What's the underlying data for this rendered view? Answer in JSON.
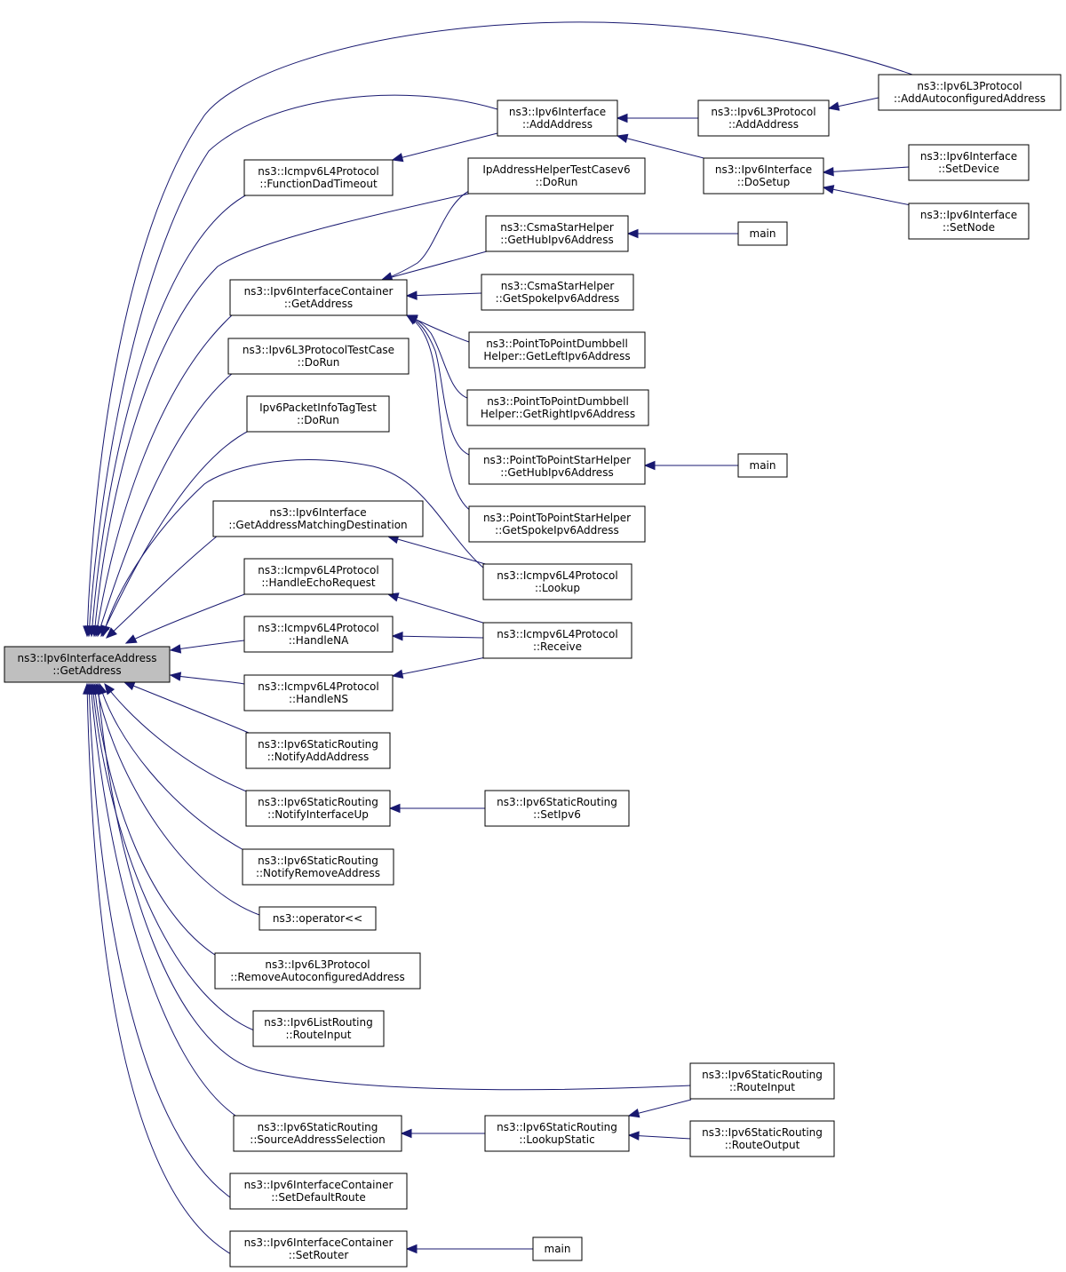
{
  "diagram": {
    "type": "doxygen caller graph",
    "edge_color": "#191970",
    "root_fill": "#bfbfbf",
    "nodes": [
      {
        "id": "root",
        "lines": [
          "ns3::Ipv6InterfaceAddress",
          "::GetAddress"
        ],
        "root": true
      },
      {
        "id": "ifaceAddAddress",
        "lines": [
          "ns3::Ipv6Interface",
          "::AddAddress"
        ]
      },
      {
        "id": "icmpDadTimeout",
        "lines": [
          "ns3::Icmpv6L4Protocol",
          "::FunctionDadTimeout"
        ]
      },
      {
        "id": "ipAddrHelperTest",
        "lines": [
          "IpAddressHelperTestCasev6",
          "::DoRun"
        ]
      },
      {
        "id": "containerGetAddress",
        "lines": [
          "ns3::Ipv6InterfaceContainer",
          "::GetAddress"
        ]
      },
      {
        "id": "l3ProtoTestCase",
        "lines": [
          "ns3::Ipv6L3ProtocolTestCase",
          "::DoRun"
        ]
      },
      {
        "id": "pktInfoTagTest",
        "lines": [
          "Ipv6PacketInfoTagTest",
          "::DoRun"
        ]
      },
      {
        "id": "ifaceMatchDest",
        "lines": [
          "ns3::Ipv6Interface",
          "::GetAddressMatchingDestination"
        ]
      },
      {
        "id": "icmpEcho",
        "lines": [
          "ns3::Icmpv6L4Protocol",
          "::HandleEchoRequest"
        ]
      },
      {
        "id": "icmpNA",
        "lines": [
          "ns3::Icmpv6L4Protocol",
          "::HandleNA"
        ]
      },
      {
        "id": "icmpNS",
        "lines": [
          "ns3::Icmpv6L4Protocol",
          "::HandleNS"
        ]
      },
      {
        "id": "srNotifyAdd",
        "lines": [
          "ns3::Ipv6StaticRouting",
          "::NotifyAddAddress"
        ]
      },
      {
        "id": "srNotifyUp",
        "lines": [
          "ns3::Ipv6StaticRouting",
          "::NotifyInterfaceUp"
        ]
      },
      {
        "id": "srNotifyRemove",
        "lines": [
          "ns3::Ipv6StaticRouting",
          "::NotifyRemoveAddress"
        ]
      },
      {
        "id": "operatorShift",
        "lines": [
          "ns3::operator<<"
        ]
      },
      {
        "id": "l3RemoveAuto",
        "lines": [
          "ns3::Ipv6L3Protocol",
          "::RemoveAutoconfiguredAddress"
        ]
      },
      {
        "id": "listRouteInput",
        "lines": [
          "ns3::Ipv6ListRouting",
          "::RouteInput"
        ]
      },
      {
        "id": "srSourceSel",
        "lines": [
          "ns3::Ipv6StaticRouting",
          "::SourceAddressSelection"
        ]
      },
      {
        "id": "containerSetDefault",
        "lines": [
          "ns3::Ipv6InterfaceContainer",
          "::SetDefaultRoute"
        ]
      },
      {
        "id": "containerSetRouter",
        "lines": [
          "ns3::Ipv6InterfaceContainer",
          "::SetRouter"
        ]
      },
      {
        "id": "l3AddAddress",
        "lines": [
          "ns3::Ipv6L3Protocol",
          "::AddAddress"
        ]
      },
      {
        "id": "ifaceDoSetup",
        "lines": [
          "ns3::Ipv6Interface",
          "::DoSetup"
        ]
      },
      {
        "id": "csmaHub",
        "lines": [
          "ns3::CsmaStarHelper",
          "::GetHubIpv6Address"
        ]
      },
      {
        "id": "csmaSpoke",
        "lines": [
          "ns3::CsmaStarHelper",
          "::GetSpokeIpv6Address"
        ]
      },
      {
        "id": "ptpDumbLeft",
        "lines": [
          "ns3::PointToPointDumbbell",
          "Helper::GetLeftIpv6Address"
        ]
      },
      {
        "id": "ptpDumbRight",
        "lines": [
          "ns3::PointToPointDumbbell",
          "Helper::GetRightIpv6Address"
        ]
      },
      {
        "id": "ptpStarHub",
        "lines": [
          "ns3::PointToPointStarHelper",
          "::GetHubIpv6Address"
        ]
      },
      {
        "id": "ptpStarSpoke",
        "lines": [
          "ns3::PointToPointStarHelper",
          "::GetSpokeIpv6Address"
        ]
      },
      {
        "id": "icmpLookup",
        "lines": [
          "ns3::Icmpv6L4Protocol",
          "::Lookup"
        ]
      },
      {
        "id": "icmpReceive",
        "lines": [
          "ns3::Icmpv6L4Protocol",
          "::Receive"
        ]
      },
      {
        "id": "srSetIpv6",
        "lines": [
          "ns3::Ipv6StaticRouting",
          "::SetIpv6"
        ]
      },
      {
        "id": "srLookupStatic",
        "lines": [
          "ns3::Ipv6StaticRouting",
          "::LookupStatic"
        ]
      },
      {
        "id": "mainPtp",
        "lines": [
          "main"
        ]
      },
      {
        "id": "l3AddAuto",
        "lines": [
          "ns3::Ipv6L3Protocol",
          "::AddAutoconfiguredAddress"
        ]
      },
      {
        "id": "ifaceSetDevice",
        "lines": [
          "ns3::Ipv6Interface",
          "::SetDevice"
        ]
      },
      {
        "id": "ifaceSetNode",
        "lines": [
          "ns3::Ipv6Interface",
          "::SetNode"
        ]
      },
      {
        "id": "mainCsma",
        "lines": [
          "main"
        ]
      },
      {
        "id": "mainStar",
        "lines": [
          "main"
        ]
      },
      {
        "id": "srRouteInput",
        "lines": [
          "ns3::Ipv6StaticRouting",
          "::RouteInput"
        ]
      },
      {
        "id": "srRouteOutput",
        "lines": [
          "ns3::Ipv6StaticRouting",
          "::RouteOutput"
        ]
      }
    ],
    "edges": [
      {
        "from": "ifaceAddAddress",
        "to": "root"
      },
      {
        "from": "icmpDadTimeout",
        "to": "root"
      },
      {
        "from": "ipAddrHelperTest",
        "to": "root"
      },
      {
        "from": "containerGetAddress",
        "to": "root"
      },
      {
        "from": "l3ProtoTestCase",
        "to": "root"
      },
      {
        "from": "pktInfoTagTest",
        "to": "root"
      },
      {
        "from": "ifaceMatchDest",
        "to": "root"
      },
      {
        "from": "icmpEcho",
        "to": "root"
      },
      {
        "from": "icmpNA",
        "to": "root"
      },
      {
        "from": "icmpNS",
        "to": "root"
      },
      {
        "from": "srNotifyAdd",
        "to": "root"
      },
      {
        "from": "srNotifyUp",
        "to": "root"
      },
      {
        "from": "srNotifyRemove",
        "to": "root"
      },
      {
        "from": "operatorShift",
        "to": "root"
      },
      {
        "from": "l3RemoveAuto",
        "to": "root"
      },
      {
        "from": "listRouteInput",
        "to": "root"
      },
      {
        "from": "srSourceSel",
        "to": "root"
      },
      {
        "from": "containerSetDefault",
        "to": "root"
      },
      {
        "from": "containerSetRouter",
        "to": "root"
      },
      {
        "from": "l3AddAuto",
        "to": "root"
      },
      {
        "from": "icmpLookup",
        "to": "root"
      },
      {
        "from": "srRouteInput",
        "to": "root"
      },
      {
        "from": "l3AddAddress",
        "to": "ifaceAddAddress"
      },
      {
        "from": "ifaceDoSetup",
        "to": "ifaceAddAddress"
      },
      {
        "from": "ifaceAddAddress",
        "to": "icmpDadTimeout"
      },
      {
        "from": "ipAddrHelperTest",
        "to": "containerGetAddress"
      },
      {
        "from": "csmaHub",
        "to": "containerGetAddress"
      },
      {
        "from": "csmaSpoke",
        "to": "containerGetAddress"
      },
      {
        "from": "ptpDumbLeft",
        "to": "containerGetAddress"
      },
      {
        "from": "ptpDumbRight",
        "to": "containerGetAddress"
      },
      {
        "from": "ptpStarHub",
        "to": "containerGetAddress"
      },
      {
        "from": "ptpStarSpoke",
        "to": "containerGetAddress"
      },
      {
        "from": "icmpLookup",
        "to": "ifaceMatchDest"
      },
      {
        "from": "icmpReceive",
        "to": "icmpEcho"
      },
      {
        "from": "icmpReceive",
        "to": "icmpNA"
      },
      {
        "from": "icmpReceive",
        "to": "icmpNS"
      },
      {
        "from": "srSetIpv6",
        "to": "srNotifyUp"
      },
      {
        "from": "srLookupStatic",
        "to": "srSourceSel"
      },
      {
        "from": "mainPtp",
        "to": "containerSetRouter"
      },
      {
        "from": "l3AddAuto",
        "to": "l3AddAddress"
      },
      {
        "from": "ifaceSetDevice",
        "to": "ifaceDoSetup"
      },
      {
        "from": "ifaceSetNode",
        "to": "ifaceDoSetup"
      },
      {
        "from": "mainCsma",
        "to": "csmaHub"
      },
      {
        "from": "mainStar",
        "to": "ptpStarHub"
      },
      {
        "from": "srRouteInput",
        "to": "srLookupStatic"
      },
      {
        "from": "srRouteOutput",
        "to": "srLookupStatic"
      }
    ]
  }
}
